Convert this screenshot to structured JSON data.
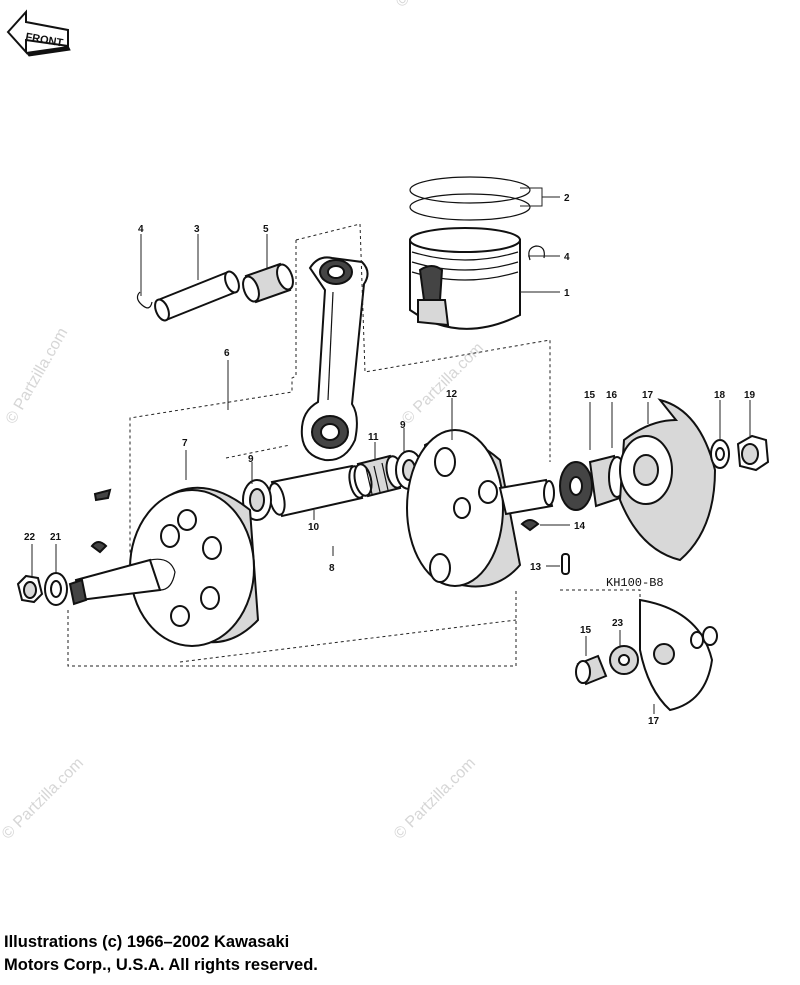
{
  "diagram": {
    "front_label": "FRONT",
    "model_code": "KH100-B8",
    "callouts": {
      "c1": "1",
      "c2": "2",
      "c3": "3",
      "c4a": "4",
      "c4b": "4",
      "c5": "5",
      "c6": "6",
      "c7": "7",
      "c8": "8",
      "c9a": "9",
      "c9b": "9",
      "c10": "10",
      "c11": "11",
      "c12": "12",
      "c13": "13",
      "c14": "14",
      "c15a": "15",
      "c15b": "15",
      "c16": "16",
      "c17a": "17",
      "c17b": "17",
      "c18": "18",
      "c19": "19",
      "c21": "21",
      "c22": "22",
      "c23": "23"
    },
    "watermark": "© Partzilla.com"
  },
  "copyright": {
    "line1": "Illustrations (c) 1966–2002 Kawasaki",
    "line2": "Motors Corp., U.S.A.  All rights reserved."
  }
}
